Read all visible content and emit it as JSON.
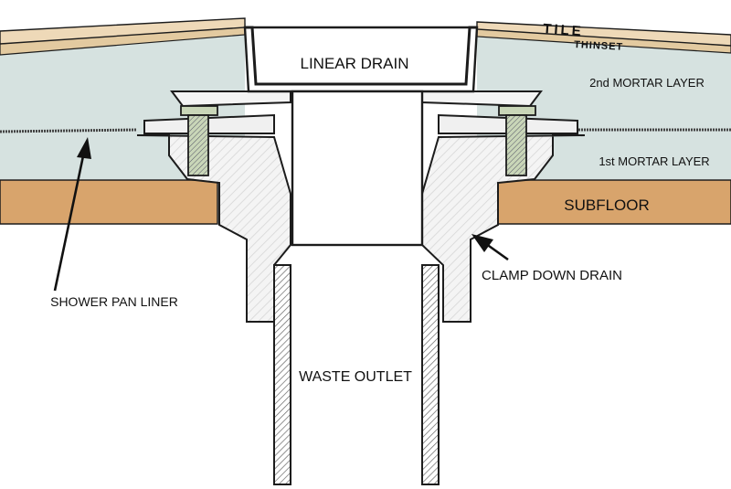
{
  "labels": {
    "tile": "TILE",
    "thinset": "THINSET",
    "linear_drain": "LINEAR DRAIN",
    "mortar_2": "2nd MORTAR LAYER",
    "mortar_1": "1st MORTAR LAYER",
    "subfloor": "SUBFLOOR",
    "clamp_down_drain": "CLAMP DOWN DRAIN",
    "shower_pan_liner": "SHOWER PAN LINER",
    "waste_outlet": "WASTE OUTLET"
  },
  "colors": {
    "mortar": "#d6e2e0",
    "tile": "#eed9b8",
    "thinset": "#e3caa0",
    "subfloor": "#d8a46c",
    "drain_body": "#f4f4f4",
    "bolt": "#c9d6b8",
    "outline": "#1c1c1c"
  }
}
